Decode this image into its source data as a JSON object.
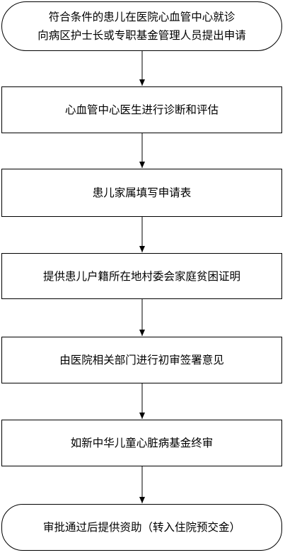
{
  "flowchart": {
    "steps": [
      {
        "id": "start",
        "text": "符合条件的患儿在医院心血管中心就诊\n向病区护士长或专职基金管理人员提出申请"
      },
      {
        "id": "diagnosis",
        "text": "心血管中心医生进行诊断和评估"
      },
      {
        "id": "application-form",
        "text": "患儿家属填写申请表"
      },
      {
        "id": "poverty-proof",
        "text": "提供患儿户籍所在地村委会家庭贫困证明"
      },
      {
        "id": "preliminary-review",
        "text": "由医院相关部门进行初审签署意见"
      },
      {
        "id": "final-review",
        "text": "如新中华儿童心脏病基金终审"
      },
      {
        "id": "end",
        "text": "审批通过后提供资助（转入住院预交金）"
      }
    ],
    "connections": [
      {
        "from": "start",
        "to": "diagnosis"
      },
      {
        "from": "diagnosis",
        "to": "application-form"
      },
      {
        "from": "application-form",
        "to": "poverty-proof"
      },
      {
        "from": "poverty-proof",
        "to": "preliminary-review"
      },
      {
        "from": "preliminary-review",
        "to": "final-review"
      },
      {
        "from": "final-review",
        "to": "end"
      }
    ],
    "colors": {
      "stroke": "#000000",
      "fill": "#ffffff",
      "text": "#000000"
    }
  }
}
